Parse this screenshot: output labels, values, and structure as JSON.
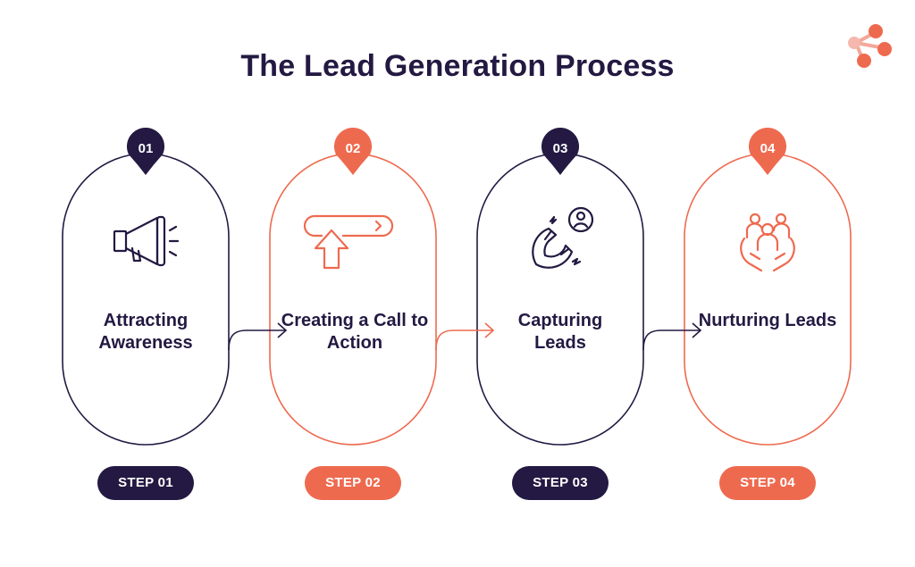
{
  "title": "The Lead Generation Process",
  "colors": {
    "dark": "#231942",
    "accent": "#EE6A4F"
  },
  "steps": [
    {
      "number": "01",
      "label": "Attracting Awareness",
      "badge": "STEP 01",
      "icon": "megaphone-icon",
      "theme": "dark"
    },
    {
      "number": "02",
      "label": "Creating a Call to Action",
      "badge": "STEP 02",
      "icon": "cursor-click-icon",
      "theme": "accent"
    },
    {
      "number": "03",
      "label": "Capturing Leads",
      "badge": "STEP 03",
      "icon": "magnet-user-icon",
      "theme": "dark"
    },
    {
      "number": "04",
      "label": "Nurturing Leads",
      "badge": "STEP 04",
      "icon": "hands-people-icon",
      "theme": "accent"
    }
  ]
}
